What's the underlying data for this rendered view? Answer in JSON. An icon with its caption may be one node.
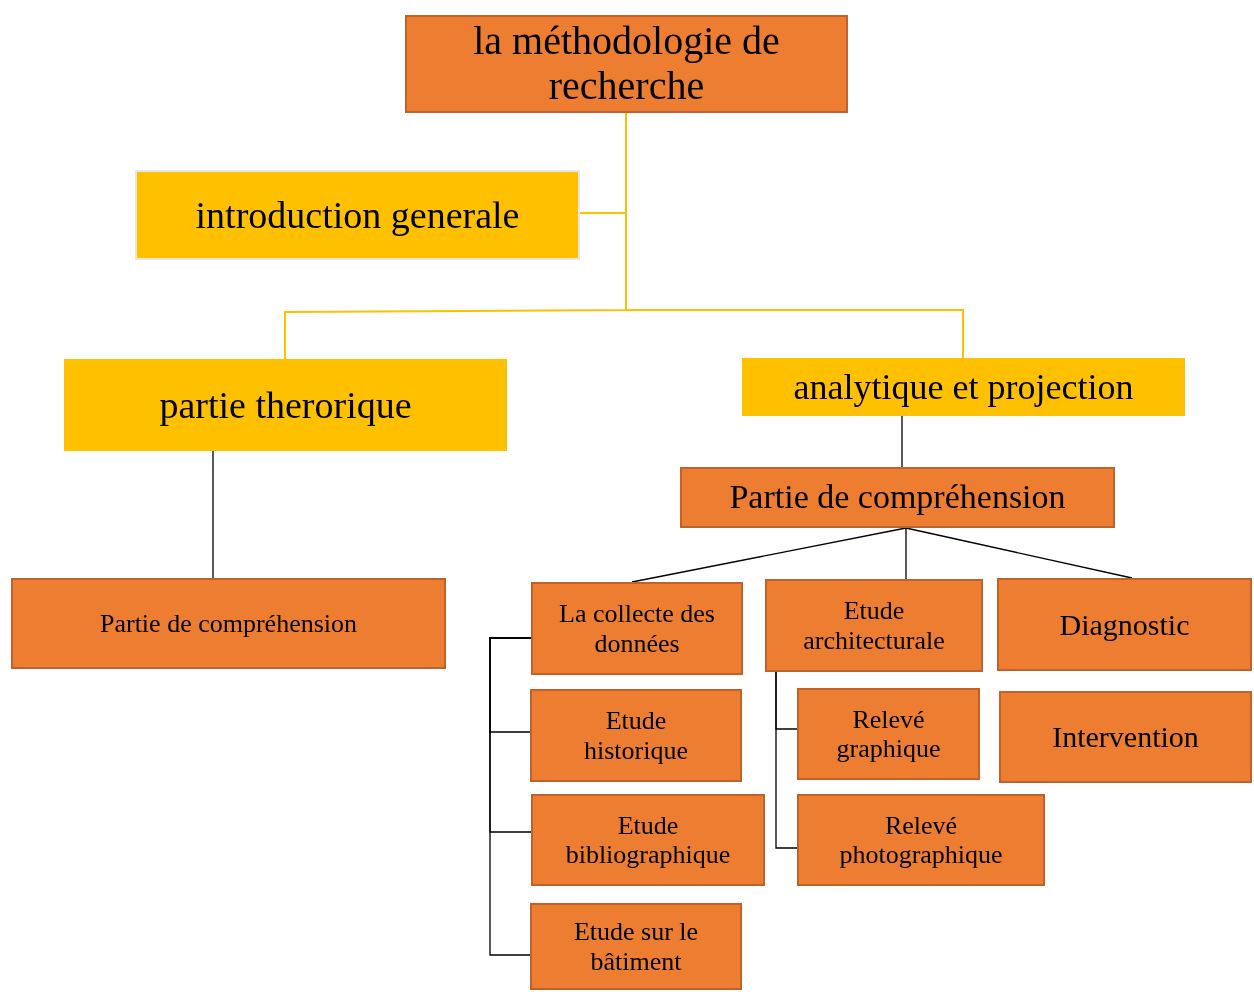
{
  "diagram": {
    "nodes": [
      {
        "text": [
          "la méthodologie de recherche"
        ]
      },
      {
        "text": [
          "introduction generale"
        ]
      },
      {
        "text": [
          "partie therorique"
        ]
      },
      {
        "text": [
          "analytique et projection"
        ]
      },
      {
        "text": [
          "Partie de compréhension"
        ]
      },
      {
        "text": [
          "Partie de compréhension"
        ]
      },
      {
        "text": [
          "La collecte des données"
        ]
      },
      {
        "text": [
          "Etude architecturale"
        ]
      },
      {
        "text": [
          "Diagnostic"
        ]
      },
      {
        "text": [
          "Etude historique"
        ]
      },
      {
        "text": [
          "Etude bibliographique"
        ]
      },
      {
        "text": [
          "Etude sur le bâtiment"
        ]
      },
      {
        "text": [
          "Relevé graphique"
        ]
      },
      {
        "text": [
          "Relevé photographique"
        ]
      },
      {
        "text": [
          "Intervention"
        ]
      }
    ],
    "edges": [
      {
        "from": 0,
        "to": 1,
        "arrow": "none",
        "color": "#ffc000"
      },
      {
        "from": 0,
        "to": 2,
        "arrow": "none",
        "color": "#ffc000"
      },
      {
        "from": 0,
        "to": 3,
        "arrow": "none",
        "color": "#ffc000"
      },
      {
        "from": 2,
        "to": 4,
        "arrow": "none"
      },
      {
        "from": 3,
        "to": 5,
        "arrow": "none"
      },
      {
        "from": 5,
        "to": 6,
        "arrow": "none"
      },
      {
        "from": 5,
        "to": 7,
        "arrow": "none"
      },
      {
        "from": 5,
        "to": 8,
        "arrow": "none"
      },
      {
        "from": 6,
        "to": 9,
        "arrow": "none"
      },
      {
        "from": 6,
        "to": 10,
        "arrow": "none"
      },
      {
        "from": 6,
        "to": 11,
        "arrow": "none"
      },
      {
        "from": 7,
        "to": 12,
        "arrow": "none"
      },
      {
        "from": 7,
        "to": 13,
        "arrow": "none"
      }
    ]
  }
}
